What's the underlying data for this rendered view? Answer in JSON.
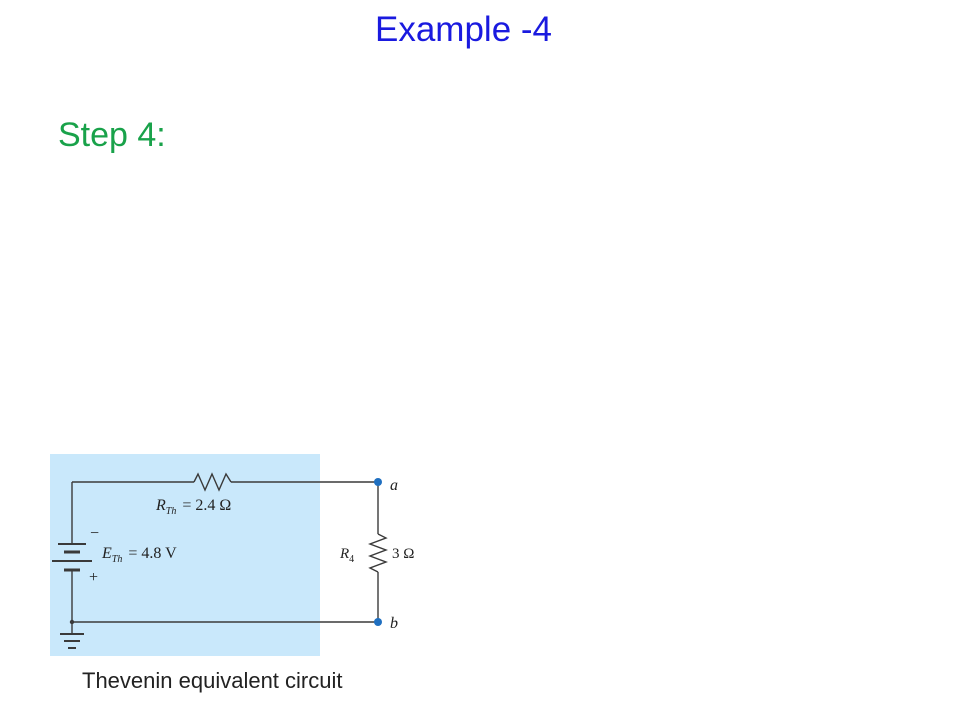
{
  "slide": {
    "title": "Example -4",
    "step": "Step 4:"
  },
  "circuit": {
    "rth_symbol": "R",
    "rth_sub": "Th",
    "rth_value": "= 2.4 Ω",
    "eth_symbol": "E",
    "eth_sub": "Th",
    "eth_value": "= 4.8 V",
    "minus_sign": "−",
    "plus_sign": "+",
    "r4_symbol": "R",
    "r4_sub": "4",
    "r4_value": "3 Ω",
    "terminal_a": "a",
    "terminal_b": "b",
    "caption": "Thevenin equivalent circuit"
  },
  "colors": {
    "title": "#1a1adf",
    "step": "#19a24a",
    "panel": "#c9e8fb",
    "wire": "#3a3a3a",
    "terminal": "#1f6fc0"
  }
}
